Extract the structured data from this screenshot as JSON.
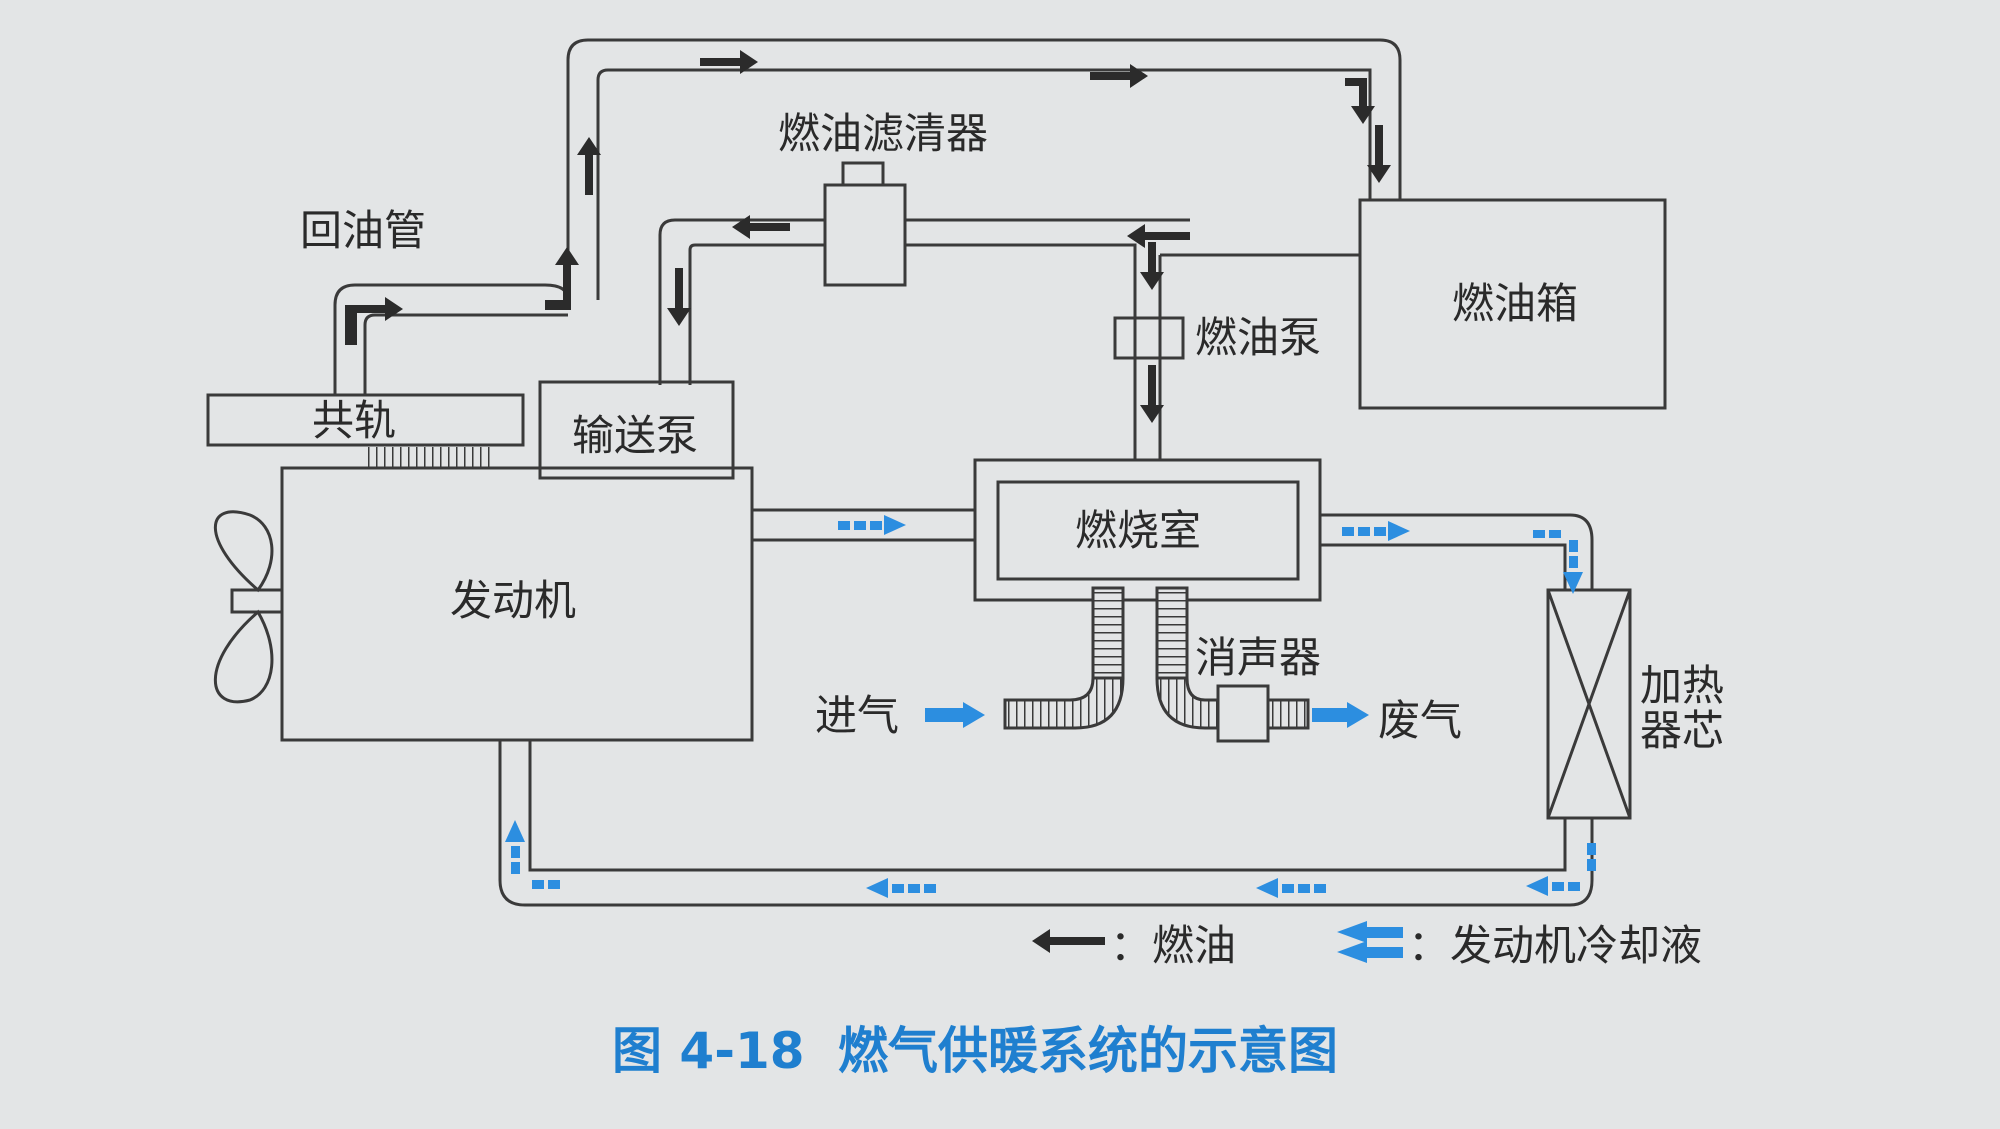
{
  "labels": {
    "filter": "燃油滤清器",
    "return_pipe": "回油管",
    "fuel_tank": "燃油箱",
    "fuel_pump": "燃油泵",
    "common_rail": "共轨",
    "transfer_pump": "输送泵",
    "engine": "发动机",
    "combustion_chamber": "燃烧室",
    "muffler": "消声器",
    "intake": "进气",
    "exhaust": "废气",
    "heater_core_line1": "加热",
    "heater_core_line2": "器芯"
  },
  "legend": {
    "fuel": "：燃油",
    "coolant": "：发动机冷却液"
  },
  "caption": {
    "number": "图 4-18",
    "title": "燃气供暖系统的示意图"
  },
  "colors": {
    "fuel_arrow": "#2b2b2b",
    "coolant_arrow": "#2c8ee0",
    "line": "#3a3a3a",
    "caption": "#1f7fcf"
  }
}
